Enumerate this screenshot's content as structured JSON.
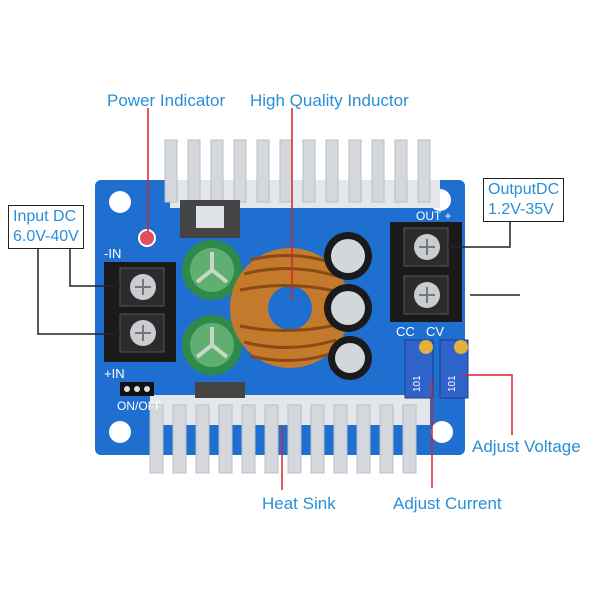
{
  "callouts": {
    "power_indicator": "Power Indicator",
    "inductor": "High Quality Inductor",
    "input_line1": "Input DC",
    "input_line2": "6.0V-40V",
    "output_line1": "OutputDC",
    "output_line2": "1.2V-35V",
    "heat_sink": "Heat Sink",
    "adjust_current": "Adjust Current",
    "adjust_voltage": "Adjust Voltage"
  },
  "board": {
    "in_minus": "-IN",
    "in_plus": "+IN",
    "out_plus": "OUT +",
    "on_off": "ON/OFF",
    "cc": "CC",
    "cv": "CV",
    "pot_code": "101"
  },
  "colors": {
    "label": "#2a8fd6",
    "pcb": "#1f6fd1",
    "leader": "#d0262c",
    "heatsink": "#d9dde2"
  }
}
